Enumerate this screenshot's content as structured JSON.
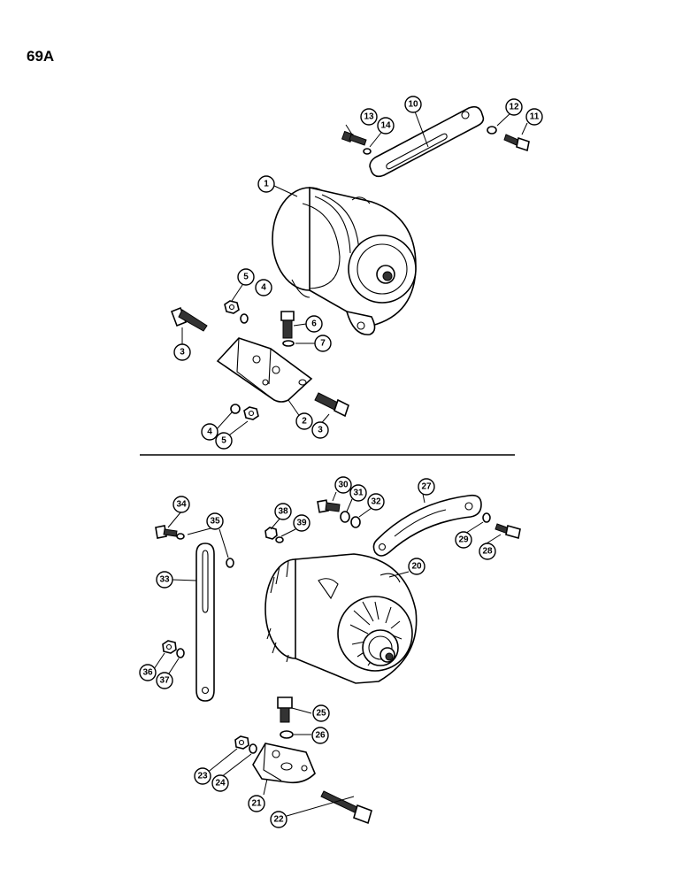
{
  "page_label": "69A",
  "callouts": {
    "c1": "1",
    "c2": "2",
    "c3a": "3",
    "c3b": "3",
    "c4a": "4",
    "c4b": "4",
    "c5a": "5",
    "c5b": "5",
    "c6": "6",
    "c7": "7",
    "c10": "10",
    "c11": "11",
    "c12": "12",
    "c13": "13",
    "c14": "14",
    "c20": "20",
    "c21": "21",
    "c22": "22",
    "c23": "23",
    "c24": "24",
    "c25": "25",
    "c26": "26",
    "c27": "27",
    "c28": "28",
    "c29": "29",
    "c30": "30",
    "c31": "31",
    "c32": "32",
    "c33": "33",
    "c34": "34",
    "c35": "35",
    "c36": "36",
    "c37": "37",
    "c38": "38",
    "c39": "39"
  }
}
